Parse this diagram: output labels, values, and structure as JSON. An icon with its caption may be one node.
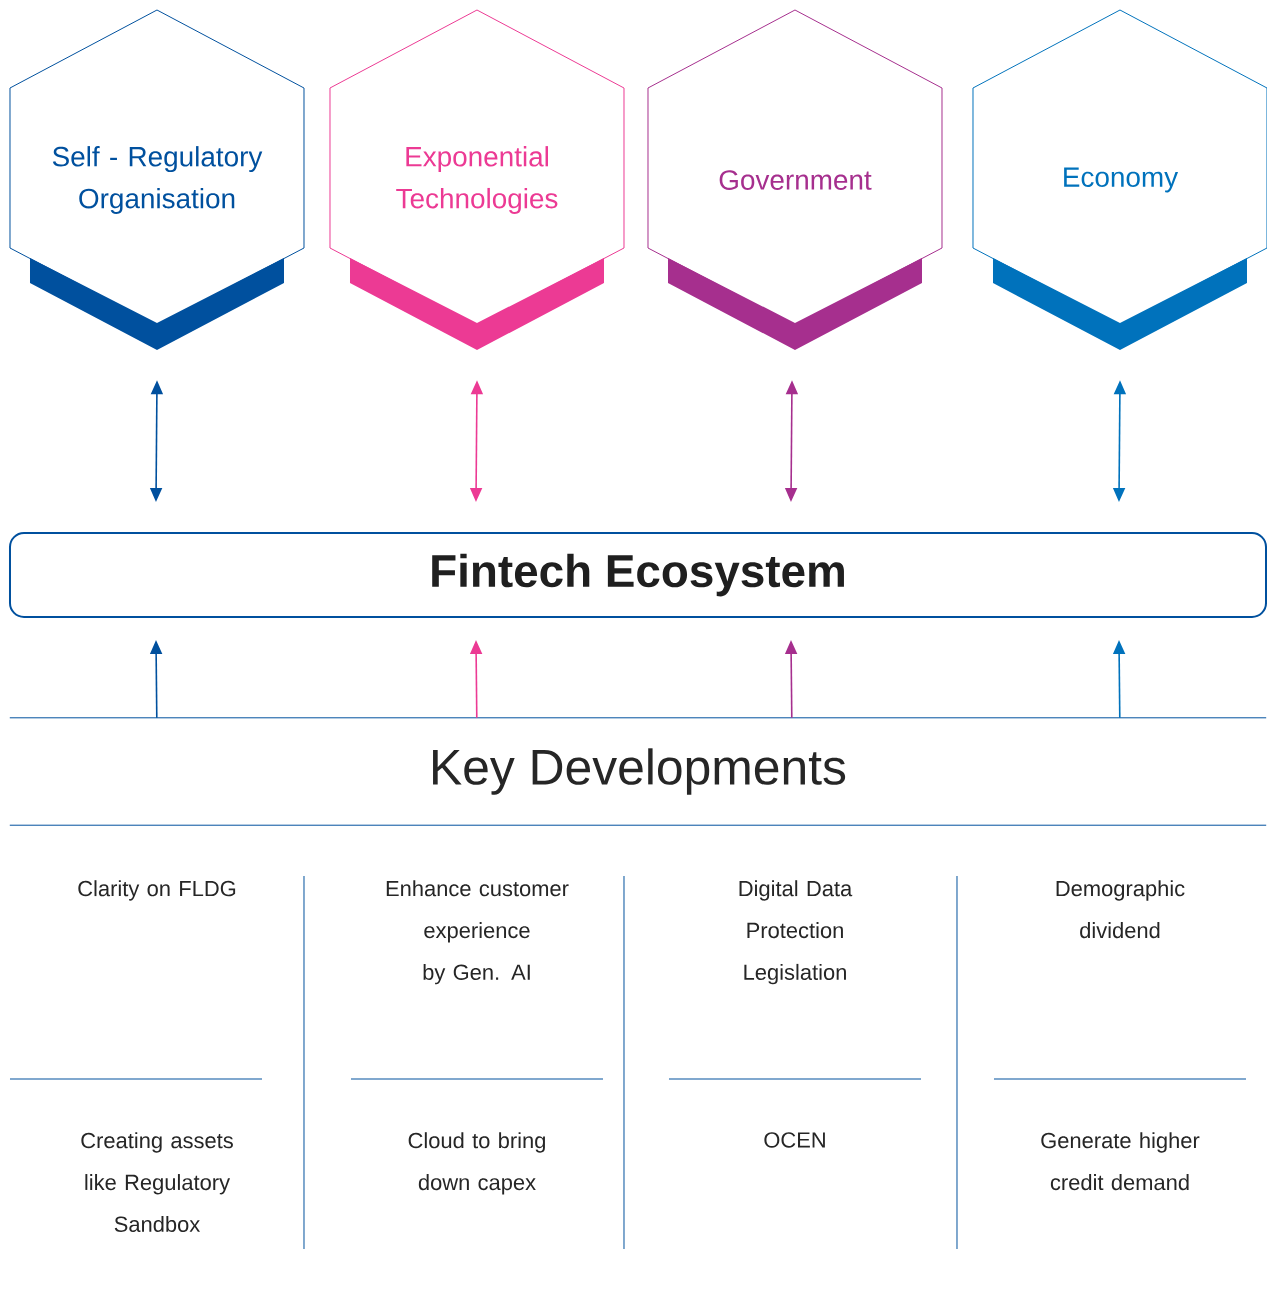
{
  "diagram": {
    "nodes": [
      {
        "text": [
          "Self - Regulatory Organisation"
        ]
      },
      {
        "text": [
          "Exponential Technologies"
        ]
      },
      {
        "text": [
          "Government"
        ]
      },
      {
        "text": [
          "Economy"
        ]
      },
      {
        "text": [
          "Fintech Ecosystem"
        ]
      },
      {
        "text": [
          "Key Developments"
        ]
      }
    ],
    "edges": [
      {
        "from": 0,
        "to": 4,
        "arrow": "both",
        "color": "#00509e"
      },
      {
        "from": 1,
        "to": 4,
        "arrow": "both",
        "color": "#ec3a94"
      },
      {
        "from": 2,
        "to": 4,
        "arrow": "both",
        "color": "#a62f8e"
      },
      {
        "from": 3,
        "to": 4,
        "arrow": "both",
        "color": "#0072bc"
      },
      {
        "from": 5,
        "to": 4,
        "arrow": "to",
        "color": "#00509e"
      },
      {
        "from": 5,
        "to": 4,
        "arrow": "to",
        "color": "#ec3a94"
      },
      {
        "from": 5,
        "to": 4,
        "arrow": "to",
        "color": "#a62f8e"
      },
      {
        "from": 5,
        "to": 4,
        "arrow": "to",
        "color": "#0072bc"
      }
    ],
    "labels": [
      "Clarity on FLDG",
      "Enhance customer experience by Gen. AI",
      "Digital Data Protection Legislation",
      "Demographic dividend",
      "Creating assets like Regulatory Sandbox",
      "Cloud to bring down capex",
      "OCEN",
      "Generate higher credit demand"
    ]
  }
}
